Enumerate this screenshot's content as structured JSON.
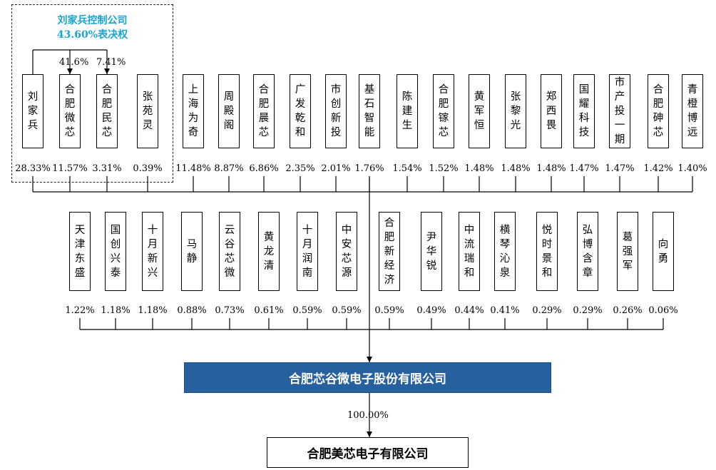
{
  "control_group": {
    "title": "刘家兵控制公司",
    "voting": "43.60%表决权",
    "edge_labels": [
      "41.6%",
      "7.41%"
    ]
  },
  "row1": [
    {
      "name": "刘家兵",
      "pct": "28.33%"
    },
    {
      "name": "合肥微芯",
      "pct": "11.57%"
    },
    {
      "name": "合肥民芯",
      "pct": "3.31%"
    },
    {
      "name": "张苑灵",
      "pct": "0.39%"
    },
    {
      "name": "上海为奇",
      "pct": "11.48%"
    },
    {
      "name": "周殿阁",
      "pct": "8.87%"
    },
    {
      "name": "合肥晨芯",
      "pct": "6.86%"
    },
    {
      "name": "广发乾和",
      "pct": "2.35%"
    },
    {
      "name": "市创新投",
      "pct": "2.01%"
    },
    {
      "name": "基石智能",
      "pct": "1.76%"
    },
    {
      "name": "陈建生",
      "pct": "1.54%"
    },
    {
      "name": "合肥镓芯",
      "pct": "1.52%"
    },
    {
      "name": "黄军恒",
      "pct": "1.48%"
    },
    {
      "name": "张黎光",
      "pct": "1.48%"
    },
    {
      "name": "郑西畏",
      "pct": "1.48%"
    },
    {
      "name": "国耀科技",
      "pct": "1.47%"
    },
    {
      "name": "市产投一期",
      "pct": "1.47%"
    },
    {
      "name": "合肥砷芯",
      "pct": "1.42%"
    },
    {
      "name": "青橙博远",
      "pct": "1.40%"
    }
  ],
  "row2": [
    {
      "name": "天津东盛",
      "pct": "1.22%"
    },
    {
      "name": "国创兴泰",
      "pct": "1.18%"
    },
    {
      "name": "十月新兴",
      "pct": "1.18%"
    },
    {
      "name": "马静",
      "pct": "0.88%"
    },
    {
      "name": "云谷芯微",
      "pct": "0.73%"
    },
    {
      "name": "黄龙清",
      "pct": "0.61%"
    },
    {
      "name": "十月润南",
      "pct": "0.59%"
    },
    {
      "name": "中安芯源",
      "pct": "0.59%"
    },
    {
      "name": "合肥新经济",
      "pct": "0.59%"
    },
    {
      "name": "尹华锐",
      "pct": "0.49%"
    },
    {
      "name": "中流瑞和",
      "pct": "0.44%"
    },
    {
      "name": "横琴沁泉",
      "pct": "0.41%"
    },
    {
      "name": "悦时景和",
      "pct": "0.29%"
    },
    {
      "name": "弘博含章",
      "pct": "0.29%"
    },
    {
      "name": "葛强军",
      "pct": "0.26%"
    },
    {
      "name": "向勇",
      "pct": "0.06%"
    }
  ],
  "company": {
    "name": "合肥芯谷微电子股份有限公司"
  },
  "subsidiary": {
    "name": "合肥美芯电子有限公司",
    "pct": "100.00%"
  },
  "colors": {
    "company_fill": "#26609f",
    "control_title": "#1aa3cf"
  }
}
